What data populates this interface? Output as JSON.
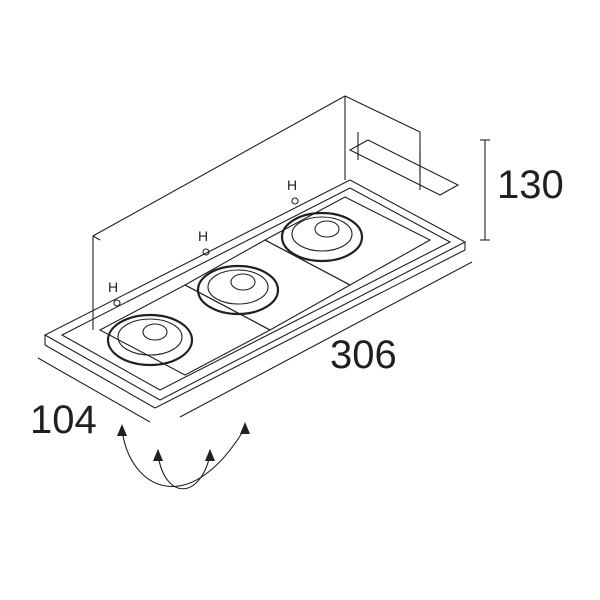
{
  "dimensions": {
    "height": "130",
    "length": "306",
    "width": "104"
  },
  "colors": {
    "line": "#231f20",
    "background": "#ffffff"
  },
  "lamp_count": 3
}
